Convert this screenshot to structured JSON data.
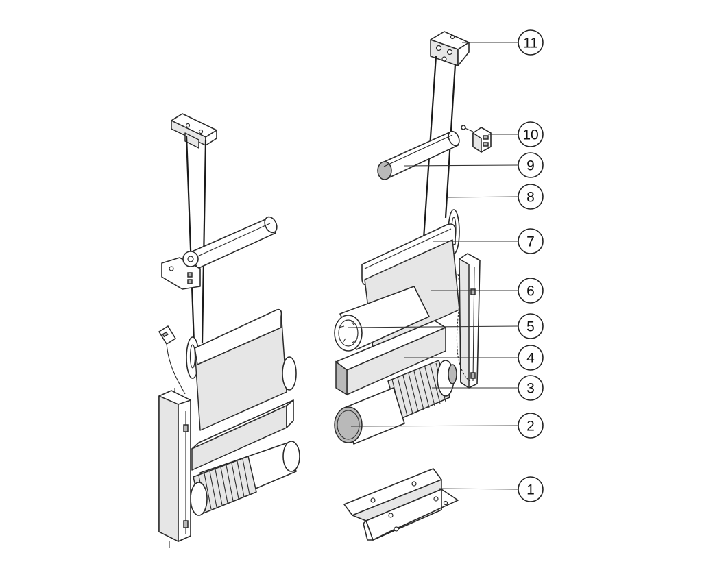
{
  "callouts": [
    {
      "number": "11"
    },
    {
      "number": "10"
    },
    {
      "number": "9"
    },
    {
      "number": "8"
    },
    {
      "number": "7"
    },
    {
      "number": "6"
    },
    {
      "number": "5"
    },
    {
      "number": "4"
    },
    {
      "number": "3"
    },
    {
      "number": "2"
    },
    {
      "number": "1"
    }
  ]
}
